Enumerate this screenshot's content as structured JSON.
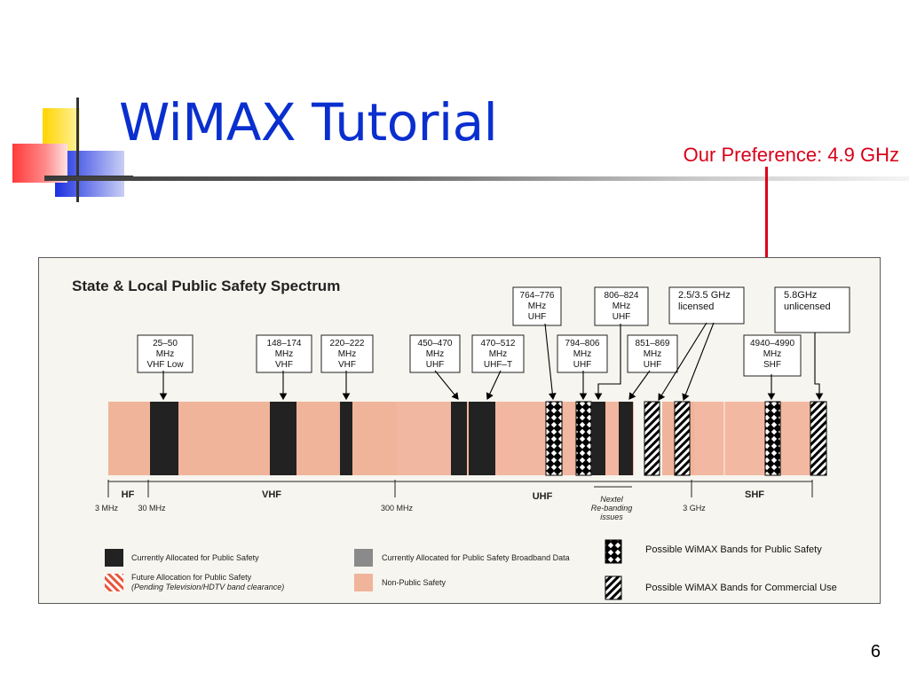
{
  "slide": {
    "title": "WiMAX Tutorial",
    "preference": "Our Preference: 4.9 GHz",
    "page_number": "6",
    "accent_color": "#0a2fcf",
    "preference_color": "#d9001a"
  },
  "diagram": {
    "title": "State & Local Public Safety Spectrum",
    "colors": {
      "non_public": "#f0b49a",
      "allocated": "#222222",
      "broadband": "#8a8a8a",
      "future": "#e8553a"
    },
    "top_labels": [
      {
        "lines": [
          "764–776",
          "MHz",
          "UHF"
        ]
      },
      {
        "lines": [
          "806–824",
          "MHz",
          "UHF"
        ]
      },
      {
        "lines": [
          "2.5/3.5 GHz",
          "licensed"
        ]
      },
      {
        "lines": [
          "5.8GHz",
          "unlicensed"
        ]
      }
    ],
    "lower_labels": [
      {
        "lines": [
          "25–50",
          "MHz",
          "VHF Low"
        ]
      },
      {
        "lines": [
          "148–174",
          "MHz",
          "VHF"
        ]
      },
      {
        "lines": [
          "220–222",
          "MHz",
          "VHF"
        ]
      },
      {
        "lines": [
          "450–470",
          "MHz",
          "UHF"
        ]
      },
      {
        "lines": [
          "470–512",
          "MHz",
          "UHF–T"
        ]
      },
      {
        "lines": [
          "794–806",
          "MHz",
          "UHF"
        ]
      },
      {
        "lines": [
          "851–869",
          "MHz",
          "UHF"
        ]
      },
      {
        "lines": [
          "4940–4990",
          "MHz",
          "SHF"
        ]
      }
    ],
    "bands": [
      "HF",
      "VHF",
      "UHF",
      "SHF"
    ],
    "frequencies": [
      "3 MHz",
      "30 MHz",
      "300 MHz",
      "3 GHz"
    ],
    "nextel_note": [
      "Nextel",
      "Re-banding",
      "issues"
    ],
    "legend": [
      {
        "label": "Currently Allocated for Public Safety",
        "pattern": "solid-dark"
      },
      {
        "label": "Future Allocation for Public Safety",
        "sublabel": "(Pending Television/HDTV band clearance)",
        "pattern": "striped-orange"
      },
      {
        "label": "Currently Allocated for Public Safety Broadband Data",
        "pattern": "solid-gray"
      },
      {
        "label": "Non-Public Safety",
        "pattern": "solid-salmon"
      },
      {
        "label": "Possible WiMAX Bands for Public Safety",
        "pattern": "checker"
      },
      {
        "label": "Possible WiMAX Bands for Commercial Use",
        "pattern": "hatched"
      }
    ]
  }
}
